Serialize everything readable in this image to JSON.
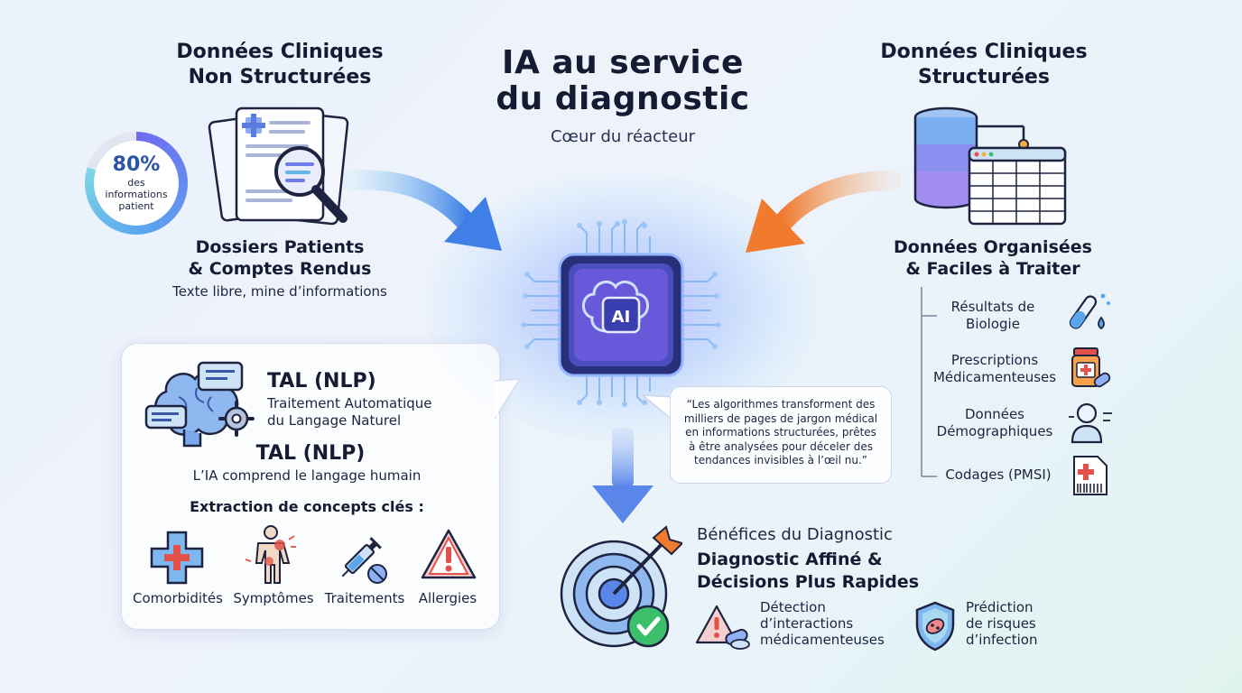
{
  "title": {
    "line1": "IA au service",
    "line2": "du diagnostic",
    "subtitle": "Cœur du réacteur"
  },
  "left_top": {
    "heading_line1": "Données Cliniques",
    "heading_line2": "Non Structurées",
    "stat_value": "80%",
    "stat_line1": "des",
    "stat_line2": "informations",
    "stat_line3": "patient",
    "stat_fraction": 0.8,
    "sub_line1": "Dossiers Patients",
    "sub_line2": "& Comptes Rendus",
    "caption": "Texte libre, mine d’informations"
  },
  "right_top": {
    "heading_line1": "Données Cliniques",
    "heading_line2": "Structurées",
    "sub_line1": "Données Organisées",
    "sub_line2": "& Faciles à Traiter",
    "items": [
      {
        "line1": "Résultats de",
        "line2": "Biologie",
        "icon": "test-tube-icon"
      },
      {
        "line1": "Prescriptions",
        "line2": "Médicamenteuses",
        "icon": "pill-bottle-icon"
      },
      {
        "line1": "Données",
        "line2": "Démographiques",
        "icon": "person-icon"
      },
      {
        "line1": "Codages (PMSI)",
        "line2": "",
        "icon": "barcode-document-icon"
      }
    ]
  },
  "chip": {
    "label": "AI"
  },
  "nlp": {
    "title1": "TAL (NLP)",
    "desc1_line1": "Traitement Automatique",
    "desc1_line2": "du Langage Naturel",
    "title2": "TAL (NLP)",
    "desc2": "L’IA comprend le langage humain",
    "extraction_title": "Extraction de concepts clés :",
    "concepts": [
      {
        "label": "Comorbidités",
        "icon": "medical-cross-icon"
      },
      {
        "label": "Symptômes",
        "icon": "body-pain-icon"
      },
      {
        "label": "Traitements",
        "icon": "syringe-icon"
      },
      {
        "label": "Allergies",
        "icon": "warning-icon"
      }
    ]
  },
  "quote": {
    "line1": "“Les algorithmes transforment des",
    "line2": "milliers de pages de jargon médical",
    "line3": "en informations structurées, prêtes",
    "line4": "à être analysées pour déceler des",
    "line5": "tendances invisibles à l’œil nu.”"
  },
  "benefits": {
    "heading": "Bénéfices du Diagnostic",
    "title_line1": "Diagnostic Affiné &",
    "title_line2": "Décisions Plus Rapides",
    "item1_line1": "Détection",
    "item1_line2": "d’interactions",
    "item1_line3": "médicamenteuses",
    "item2_line1": "Prédiction",
    "item2_line2": "de risques",
    "item2_line3": "d’infection"
  },
  "colors": {
    "arrow_blue": "#3f7fe6",
    "arrow_orange": "#f07a2e",
    "arrow_down": "#5a86ea",
    "chip_purple": "#6f5be0",
    "accent_red": "#e2524a",
    "accent_green": "#3bbf6a"
  }
}
